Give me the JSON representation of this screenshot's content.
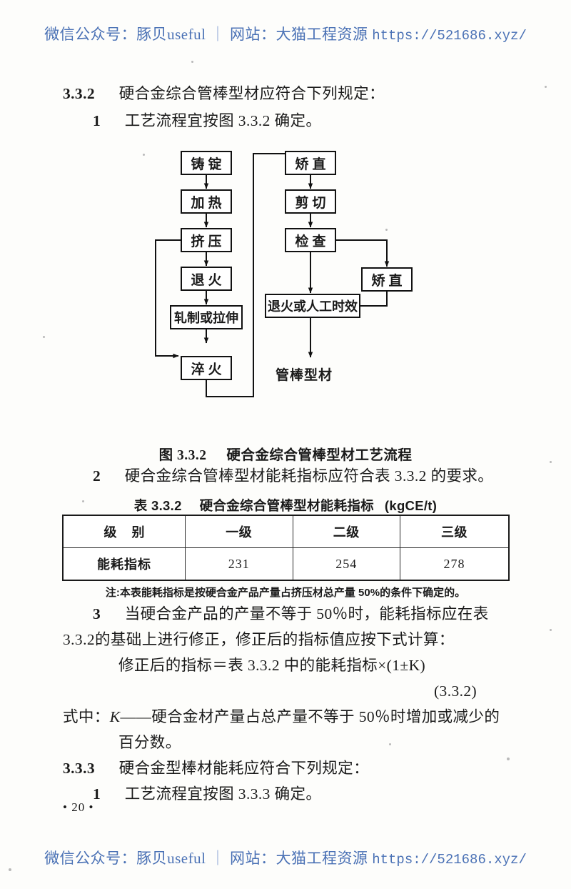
{
  "watermark": {
    "prefix": "微信公众号：豚贝useful",
    "separator": "｜",
    "site": "网站：大猫工程资源",
    "url": "https://521686.xyz/"
  },
  "clause_332": {
    "number": "3.3.2",
    "text": "硬合金综合管棒型材应符合下列规定：",
    "item1_number": "1",
    "item1_text": "工艺流程宜按图 3.3.2 确定。",
    "item2_number": "2",
    "item2_text": "硬合金综合管棒型材能耗指标应符合表 3.3.2 的要求。",
    "item3_number": "3",
    "item3_line1": "当硬合金产品的产量不等于 50％时，能耗指标应在表",
    "item3_line2": "3.3.2的基础上进行修正，修正后的指标值应按下式计算：",
    "formula": "修正后的指标＝表 3.3.2 中的能耗指标×(1±K)",
    "formula_number": "(3.3.2)",
    "where_line1_prefix": "式中：",
    "where_line1_symbol": "K",
    "where_line1_text": "——硬合金材产量占总产量不等于 50％时增加或减少的",
    "where_line2": "百分数。"
  },
  "clause_333": {
    "number": "3.3.3",
    "text": "硬合金型棒材能耗应符合下列规定：",
    "item1_number": "1",
    "item1_text": "工艺流程宜按图 3.3.3 确定。"
  },
  "figure": {
    "caption_number": "图 3.3.2",
    "caption_text": "硬合金综合管棒型材工艺流程",
    "left_column": [
      {
        "id": "casting",
        "label": "铸锭"
      },
      {
        "id": "heating",
        "label": "加热"
      },
      {
        "id": "extrude",
        "label": "挤压"
      },
      {
        "id": "anneal",
        "label": "退火"
      },
      {
        "id": "roll-draw",
        "label": "轧制或拉伸"
      },
      {
        "id": "quench",
        "label": "淬火"
      }
    ],
    "right_column": [
      {
        "id": "straighten-1",
        "label": "矫直"
      },
      {
        "id": "shear",
        "label": "剪切"
      },
      {
        "id": "inspect",
        "label": "检查"
      },
      {
        "id": "anneal-age",
        "label": "退火或人工时效"
      }
    ],
    "rework_box": {
      "id": "straighten-2",
      "label": "矫直"
    },
    "output_label": "管棒型材"
  },
  "table": {
    "title_number": "表 3.3.2",
    "title_text": "硬合金综合管棒型材能耗指标",
    "title_unit": "(kgCE/t)",
    "headers": [
      "级  别",
      "一级",
      "二级",
      "三级"
    ],
    "row_label": "能耗指标",
    "values": [
      "231",
      "254",
      "278"
    ],
    "note": "注:本表能耗指标是按硬合金产品产量占挤压材总产量 50%的条件下确定的。"
  },
  "page_number": "• 20 •"
}
